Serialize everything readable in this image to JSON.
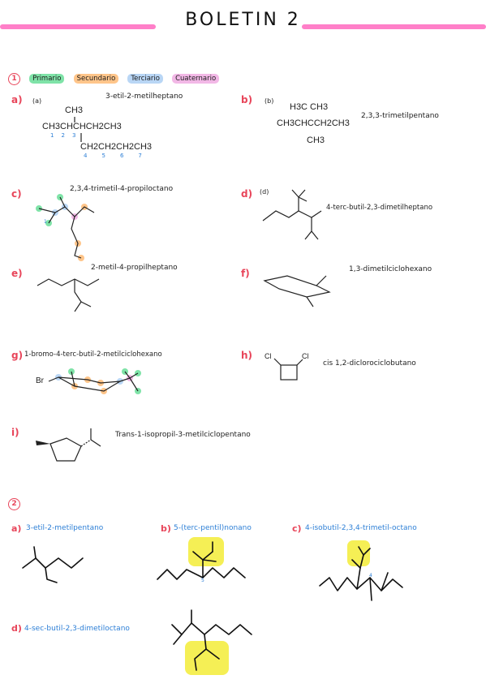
{
  "header": {
    "title": "BOLETIN 2"
  },
  "section1": {
    "number": "1",
    "legend": [
      {
        "label": "Primario",
        "color": "#7fe3a8"
      },
      {
        "label": "Secundario",
        "color": "#ffc58a"
      },
      {
        "label": "Terciario",
        "color": "#b9d6f5"
      },
      {
        "label": "Cuaternario",
        "color": "#f2b8e6"
      }
    ],
    "items": [
      {
        "letter": "a)",
        "tag": "(a)",
        "name": "3-etil-2-metilheptano"
      },
      {
        "letter": "b)",
        "tag": "(b)",
        "name": "2,3,3-trimetilpentano"
      },
      {
        "letter": "c)",
        "name": "2,3,4-trimetil-4-propiloctano"
      },
      {
        "letter": "d)",
        "tag": "(d)",
        "name": "4-terc-butil-2,3-dimetilheptano"
      },
      {
        "letter": "e)",
        "name": "2-metil-4-propilheptano"
      },
      {
        "letter": "f)",
        "name": "1,3-dimetilciclohexano"
      },
      {
        "letter": "g)",
        "name": "1-bromo-4-terc-butil-2-metilciclohexano"
      },
      {
        "letter": "h)",
        "name": "cis 1,2-diclorociclobutano"
      },
      {
        "letter": "i)",
        "name": "Trans-1-isopropil-3-metilciclopentano"
      }
    ],
    "formula_a": {
      "top": "CH3",
      "main": "CH3CHCHCH2CH3",
      "branch": "CH2CH2CH2CH3",
      "nums_main": [
        "1",
        "2",
        "3"
      ],
      "nums_branch": [
        "4",
        "5",
        "6",
        "7"
      ]
    },
    "formula_b": {
      "top": "H3C CH3",
      "main": "CH3CHCCH2CH3",
      "bottom": "CH3"
    },
    "labels": {
      "br": "Br",
      "cl1": "Cl",
      "cl2": "Cl"
    },
    "c_nums": [
      "1",
      "2",
      "3",
      "4",
      "5"
    ],
    "b_num": "5",
    "c_num2": "4"
  },
  "section2": {
    "number": "2",
    "items": [
      {
        "letter": "a)",
        "name": "3-etil-2-metilpentano"
      },
      {
        "letter": "b)",
        "name": "5-(terc-pentil)nonano"
      },
      {
        "letter": "c)",
        "name": "4-isobutil-2,3,4-trimetil-octano"
      },
      {
        "letter": "d)",
        "name": "4-sec-butil-2,3-dimetiloctano"
      }
    ]
  }
}
